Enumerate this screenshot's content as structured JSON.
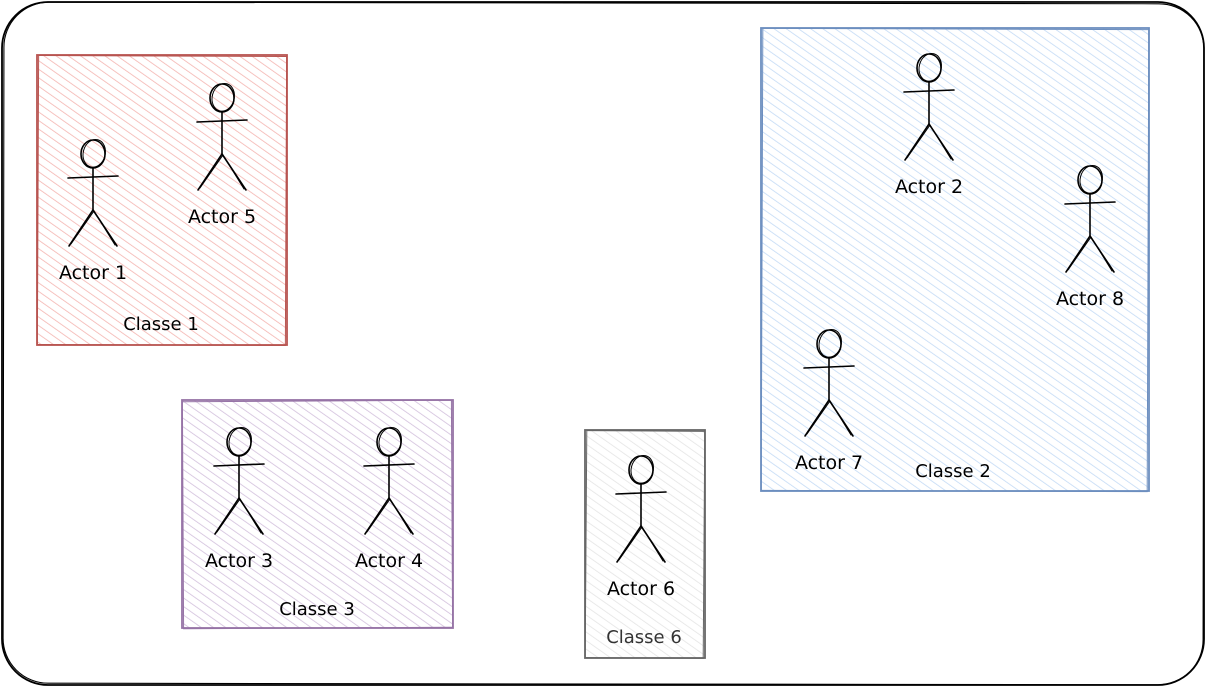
{
  "colors": {
    "outer_stroke": "#000000",
    "classe1_stroke": "#b85450",
    "classe1_fill": "#f8cecc",
    "classe2_stroke": "#6c8ebf",
    "classe2_fill": "#dae8fc",
    "classe3_stroke": "#9673a6",
    "classe3_fill": "#e1d5e7",
    "classe6_stroke": "#666666",
    "classe6_fill": "#f5f5f5",
    "actor_stroke": "#000000"
  },
  "groups": {
    "classe1": "Classe 1",
    "classe2": "Classe 2",
    "classe3": "Classe 3",
    "classe6": "Classe 6"
  },
  "actors": {
    "a1": "Actor 1",
    "a2": "Actor 2",
    "a3": "Actor 3",
    "a4": "Actor 4",
    "a5": "Actor 5",
    "a6": "Actor 6",
    "a7": "Actor 7",
    "a8": "Actor 8"
  }
}
